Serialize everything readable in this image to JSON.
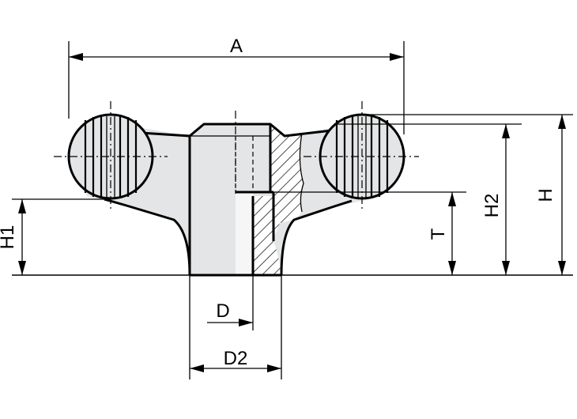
{
  "dimensions": {
    "A": "A",
    "H": "H",
    "H1": "H1",
    "H2": "H2",
    "T": "T",
    "D": "D",
    "D2": "D2"
  },
  "colors": {
    "body_fill": "#e4e5e6",
    "line": "#000000",
    "background": "#ffffff"
  }
}
